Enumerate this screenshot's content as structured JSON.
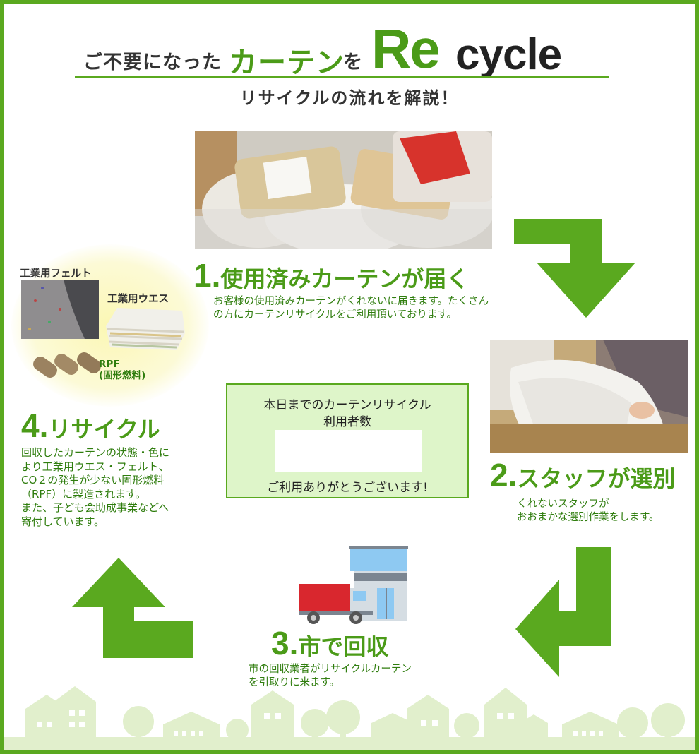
{
  "header": {
    "title_lead": "ご不要になった",
    "title_curtain": "カーテン",
    "title_particle": "を",
    "title_re": "Re",
    "title_cycle": "cycle",
    "subtitle": "リサイクルの流れを解説！"
  },
  "steps": [
    {
      "num": "1.",
      "title": "使用済みカーテンが届く",
      "body": "お客様の使用済みカーテンがくれないに届きます。たくさんの方にカーテンリサイクルをご利用頂いております。"
    },
    {
      "num": "2.",
      "title": "スタッフが選別",
      "body_line1": "くれないスタッフが",
      "body_line2": "おおまかな選別作業をします。"
    },
    {
      "num": "3.",
      "title": "市で回収",
      "body_line1": "市の回収業者がリサイクルカーテン",
      "body_line2": "を引取りに来ます。"
    },
    {
      "num": "4.",
      "title": "リサイクル",
      "body_line1": "回収したカーテンの状態・色に",
      "body_line2": "より工業用ウエス・フェルト、",
      "body_line3": "CO２の発生が少ない固形燃料",
      "body_line4": "（RPF）に製造されます。",
      "body_line5": "また、子ども会助成事業などへ",
      "body_line6": "寄付しています。"
    }
  ],
  "counter": {
    "line1": "本日までのカーテンリサイクル",
    "line2": "利用者数",
    "count": "",
    "thanks": "ご利用ありがとうございます!"
  },
  "products": {
    "felt": "工業用フェルト",
    "waste": "工業用ウエス",
    "rpf_line1": "RPF",
    "rpf_line2": "(固形燃料)"
  },
  "colors": {
    "brand_green": "#5aa91f",
    "text_green": "#2f7d0e",
    "counter_bg": "#def5c9",
    "truck_red": "#d9272e"
  }
}
